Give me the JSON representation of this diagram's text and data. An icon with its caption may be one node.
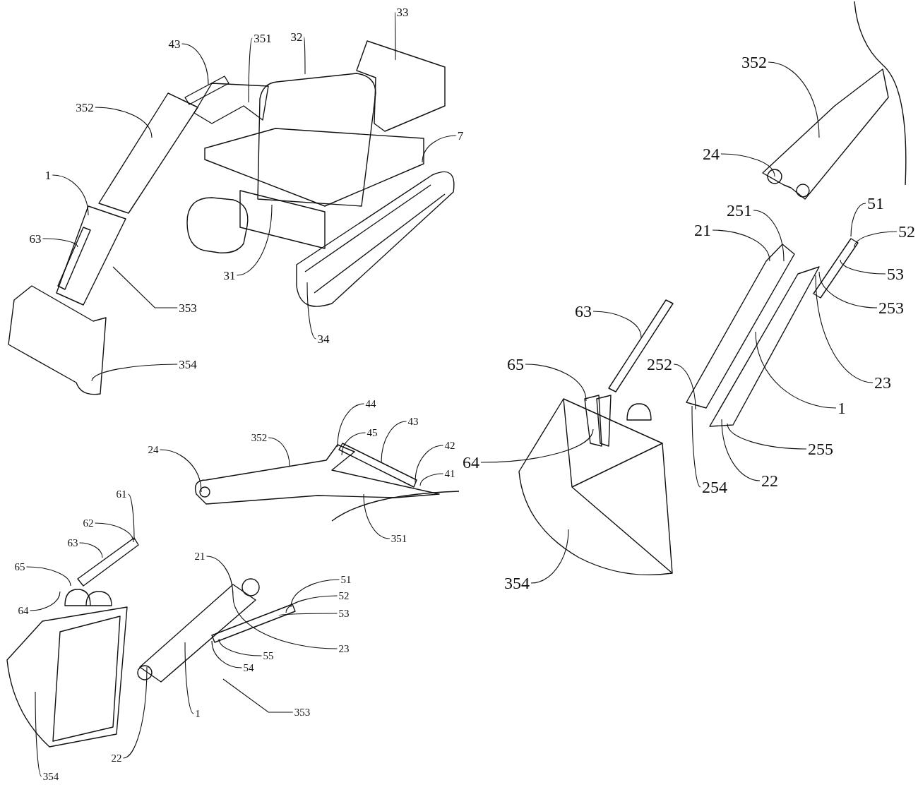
{
  "diagram": {
    "nodes": [
      {
        "text": [
          "33"
        ]
      },
      {
        "text": [
          "32"
        ]
      },
      {
        "text": [
          "351"
        ]
      },
      {
        "text": [
          "43"
        ]
      },
      {
        "text": [
          "352"
        ]
      },
      {
        "text": [
          "7"
        ]
      },
      {
        "text": [
          "1"
        ]
      },
      {
        "text": [
          "31"
        ]
      },
      {
        "text": [
          "63"
        ]
      },
      {
        "text": [
          "353"
        ]
      },
      {
        "text": [
          "34"
        ]
      },
      {
        "text": [
          "354"
        ]
      },
      {
        "text": [
          "352"
        ]
      },
      {
        "text": [
          "24"
        ]
      },
      {
        "text": [
          "251"
        ]
      },
      {
        "text": [
          "21"
        ]
      },
      {
        "text": [
          "51"
        ]
      },
      {
        "text": [
          "52"
        ]
      },
      {
        "text": [
          "53"
        ]
      },
      {
        "text": [
          "253"
        ]
      },
      {
        "text": [
          "63"
        ]
      },
      {
        "text": [
          "65"
        ]
      },
      {
        "text": [
          "252"
        ]
      },
      {
        "text": [
          "23"
        ]
      },
      {
        "text": [
          "1"
        ]
      },
      {
        "text": [
          "64"
        ]
      },
      {
        "text": [
          "255"
        ]
      },
      {
        "text": [
          "254"
        ]
      },
      {
        "text": [
          "22"
        ]
      },
      {
        "text": [
          "354"
        ]
      },
      {
        "text": [
          "44"
        ]
      },
      {
        "text": [
          "45"
        ]
      },
      {
        "text": [
          "43"
        ]
      },
      {
        "text": [
          "352"
        ]
      },
      {
        "text": [
          "24"
        ]
      },
      {
        "text": [
          "42"
        ]
      },
      {
        "text": [
          "41"
        ]
      },
      {
        "text": [
          "351"
        ]
      },
      {
        "text": [
          "61"
        ]
      },
      {
        "text": [
          "62"
        ]
      },
      {
        "text": [
          "63"
        ]
      },
      {
        "text": [
          "65"
        ]
      },
      {
        "text": [
          "64"
        ]
      },
      {
        "text": [
          "354"
        ]
      },
      {
        "text": [
          "21"
        ]
      },
      {
        "text": [
          "51"
        ]
      },
      {
        "text": [
          "52"
        ]
      },
      {
        "text": [
          "53"
        ]
      },
      {
        "text": [
          "23"
        ]
      },
      {
        "text": [
          "55"
        ]
      },
      {
        "text": [
          "54"
        ]
      },
      {
        "text": [
          "353"
        ]
      },
      {
        "text": [
          "1"
        ]
      },
      {
        "text": [
          "22"
        ]
      }
    ],
    "edges": [
      {
        "from": 0,
        "to": null,
        "arrow": "none"
      },
      {
        "from": 1,
        "to": null,
        "arrow": "none"
      },
      {
        "from": 2,
        "to": null,
        "arrow": "none"
      },
      {
        "from": 3,
        "to": null,
        "arrow": "none"
      },
      {
        "from": 4,
        "to": null,
        "arrow": "none"
      },
      {
        "from": 5,
        "to": null,
        "arrow": "none"
      },
      {
        "from": 6,
        "to": null,
        "arrow": "none"
      },
      {
        "from": 7,
        "to": null,
        "arrow": "none"
      },
      {
        "from": 8,
        "to": null,
        "arrow": "none"
      },
      {
        "from": 9,
        "to": null,
        "arrow": "none"
      },
      {
        "from": 10,
        "to": null,
        "arrow": "none"
      },
      {
        "from": 11,
        "to": null,
        "arrow": "none"
      },
      {
        "from": 12,
        "to": null,
        "arrow": "none"
      },
      {
        "from": 13,
        "to": null,
        "arrow": "none"
      },
      {
        "from": 14,
        "to": null,
        "arrow": "none"
      },
      {
        "from": 15,
        "to": null,
        "arrow": "none"
      },
      {
        "from": 16,
        "to": null,
        "arrow": "none"
      },
      {
        "from": 17,
        "to": null,
        "arrow": "none"
      },
      {
        "from": 18,
        "to": null,
        "arrow": "none"
      },
      {
        "from": 19,
        "to": null,
        "arrow": "none"
      },
      {
        "from": 20,
        "to": null,
        "arrow": "none"
      },
      {
        "from": 21,
        "to": null,
        "arrow": "none"
      },
      {
        "from": 22,
        "to": null,
        "arrow": "none"
      },
      {
        "from": 23,
        "to": null,
        "arrow": "none"
      },
      {
        "from": 24,
        "to": null,
        "arrow": "none"
      },
      {
        "from": 25,
        "to": null,
        "arrow": "none"
      },
      {
        "from": 26,
        "to": null,
        "arrow": "none"
      },
      {
        "from": 27,
        "to": null,
        "arrow": "none"
      },
      {
        "from": 28,
        "to": null,
        "arrow": "none"
      },
      {
        "from": 29,
        "to": null,
        "arrow": "none"
      },
      {
        "from": 30,
        "to": null,
        "arrow": "none"
      },
      {
        "from": 31,
        "to": null,
        "arrow": "none"
      },
      {
        "from": 32,
        "to": null,
        "arrow": "none"
      },
      {
        "from": 33,
        "to": null,
        "arrow": "none"
      },
      {
        "from": 34,
        "to": null,
        "arrow": "none"
      },
      {
        "from": 35,
        "to": null,
        "arrow": "none"
      },
      {
        "from": 36,
        "to": null,
        "arrow": "none"
      },
      {
        "from": 37,
        "to": null,
        "arrow": "none"
      },
      {
        "from": 38,
        "to": null,
        "arrow": "none"
      },
      {
        "from": 39,
        "to": null,
        "arrow": "none"
      },
      {
        "from": 40,
        "to": null,
        "arrow": "none"
      },
      {
        "from": 41,
        "to": null,
        "arrow": "none"
      },
      {
        "from": 42,
        "to": null,
        "arrow": "none"
      },
      {
        "from": 43,
        "to": null,
        "arrow": "none"
      },
      {
        "from": 44,
        "to": null,
        "arrow": "none"
      },
      {
        "from": 45,
        "to": null,
        "arrow": "none"
      },
      {
        "from": 46,
        "to": null,
        "arrow": "none"
      },
      {
        "from": 47,
        "to": null,
        "arrow": "none"
      },
      {
        "from": 48,
        "to": null,
        "arrow": "none"
      },
      {
        "from": 49,
        "to": null,
        "arrow": "none"
      },
      {
        "from": 50,
        "to": null,
        "arrow": "none"
      },
      {
        "from": 51,
        "to": null,
        "arrow": "none"
      },
      {
        "from": 52,
        "to": null,
        "arrow": "none"
      },
      {
        "from": 53,
        "to": null,
        "arrow": "none"
      }
    ]
  }
}
